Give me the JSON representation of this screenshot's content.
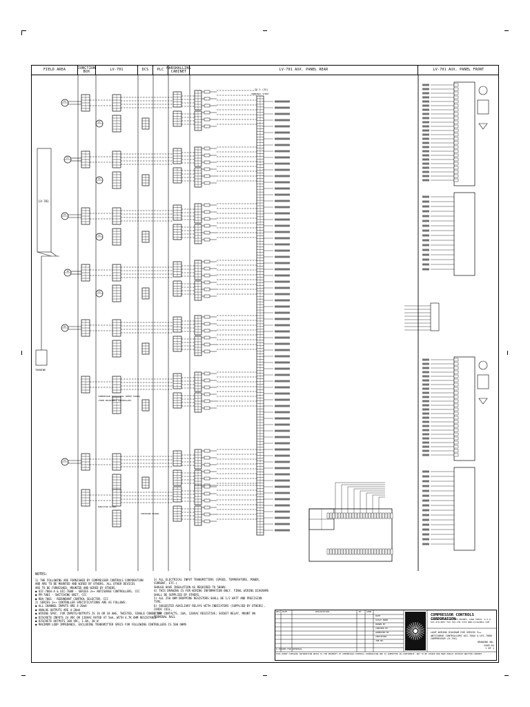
{
  "headers": [
    {
      "key": "field_area",
      "label": "FIELD AREA"
    },
    {
      "key": "junction_box",
      "label": "JUNCTION BOX"
    },
    {
      "key": "lv_701",
      "label": "LV-701"
    },
    {
      "key": "dcs",
      "label": "DCS"
    },
    {
      "key": "plc",
      "label": "PLC"
    },
    {
      "key": "marshalling",
      "label": "MARSHALLING CABINET"
    },
    {
      "key": "aux_rear",
      "label": "LV-701 AUX. PANEL REAR"
    },
    {
      "key": "aux_front",
      "label": "LV-701 AUX. PANEL FRONT"
    }
  ],
  "field_labels": {
    "lv_tank": "LV-701",
    "turbine": "TURBINE",
    "governor_box": "COMPRESSOR ROTATIONAL SPEED SIGNAL",
    "governor_box2": "(FROM MACHINERY CONTROLLER)",
    "speed_signal": "RUN/STOP SIGNAL",
    "shutdown": "SHUTDOWN SIGNAL"
  },
  "instruments": [
    "FT",
    "FT",
    "FT",
    "TE",
    "PT",
    "FT",
    "FT",
    "FT",
    "FT",
    "FT",
    "PT"
  ],
  "strip": {
    "top": "TS-1 (IS)",
    "sub": "TERMINAL STRIP"
  },
  "notes": {
    "title": "NOTES:",
    "left": [
      "1) THE FOLLOWING ARE FURNISHED BY COMPRESSOR CONTROLS CORPORATION",
      "   AND ARE TO BE MOUNTED AND WIRED BY OTHERS. ALL OTHER DEVICES",
      "   ARE TO BE FURNISHED, MOUNTED AND WIRED BY OTHERS.",
      "   ● UIC-7004-A & UIC-7008 - SERIES 3++ ANTISURGE CONTROLLERS, CCC",
      "   ● PM-7001 - SWITCHING UNIT, CCC",
      "   ● RDA-7001 - REDUNDANT CONTROL SELECTOR, CCC",
      "2) SERIES 3++ CONTROLLER SPECIFICATIONS ARE AS FOLLOWS:",
      "   ● ALL CHANNEL INPUTS ARE 4-20mA",
      "   ● ANALOG OUTPUTS ARE 4-20mA",
      "   ● WIRING SPEC. FOR INPUTS/OUTPUTS IS 16 OR 18 AWG, TWISTED, SINGLE CONDUCTOR",
      "   ● DISCRETE INPUTS 24 VDC OR 120VAC RATED AT 5mA, WITH 4.7K OHM RESISTANCE",
      "   ● DISCRETE OUTPUTS 100 VDC, 1.0A, 30 W",
      "   ● MAXIMUM LOOP IMPEDANCE, EXCLUDING TRANSMITTER SPECS FOR FOLLOWING CONTROLLERS IS 500 OHMS"
    ],
    "right": [
      "3) ALL ELECTRICAL INPUT TRANSMITTERS (SPEED, TEMPERATURE, POWER, CURRENT, ETC.)",
      "   SHOULD HAVE INSULATION AS REQUIRED TO 5000V.",
      "4) THIS DRAWING IS FOR WIRING INFORMATION ONLY. FINAL WIRING DIAGRAMS SHALL BE SUPPLIED BY OTHERS.",
      "5) ALL 250 OHM DROPPING RESISTORS SHALL BE 1/2 WATT AND PRECISION TYPE.",
      "6) SUGGESTED AUXILIARY RELAYS WITH INDICATORS (SUPPLIED BY OTHERS), 24VDC COIL,",
      "   2 DRY CONTACTS, 10A, 120VAC RESISTIVE; SOCKET RELAY, MOUNT ON TERMINAL RAIL"
    ]
  },
  "title_block": {
    "company": "COMPRESSOR CONTROLS CORPORATION",
    "address": "4725 121st STREET, DES MOINES, IOWA 50323, U.S.A. 515-270-0857 FAX 515-270-1331 WWW.CCCGLOBAL.COM",
    "title_lines": [
      "LOOP WIRING DIAGRAM FOR SERIES 3++",
      "ANTISURGE CONTROLLERS UIC-7004 & UIC-7008",
      "COMPRESSOR (K-701)"
    ],
    "drawing_label": "DRAWING NO.",
    "drawing_no": "2448.01",
    "sheet": "1 OF 1",
    "rev_head": [
      "REV",
      "DATE",
      "DESCRIPTION",
      "BY",
      "APPR"
    ],
    "fields": [
      "DATE",
      "SCALE NONE",
      "DRAWN BY",
      "CHECKED BY",
      "APPROVED BY",
      "CERTIFIED",
      "JOB NO."
    ],
    "rev_row": "0  ISSUED FOR APPROVAL",
    "footer": "THIS PRINT CONTAINS INFORMATION WHICH IS THE PROPERTY OF COMPRESSOR CONTROLS CORPORATION AND IS SUBMITTED IN CONFIDENCE. NOT TO BE COPIED NOR MADE PUBLIC WITHOUT WRITTEN CONSENT."
  }
}
